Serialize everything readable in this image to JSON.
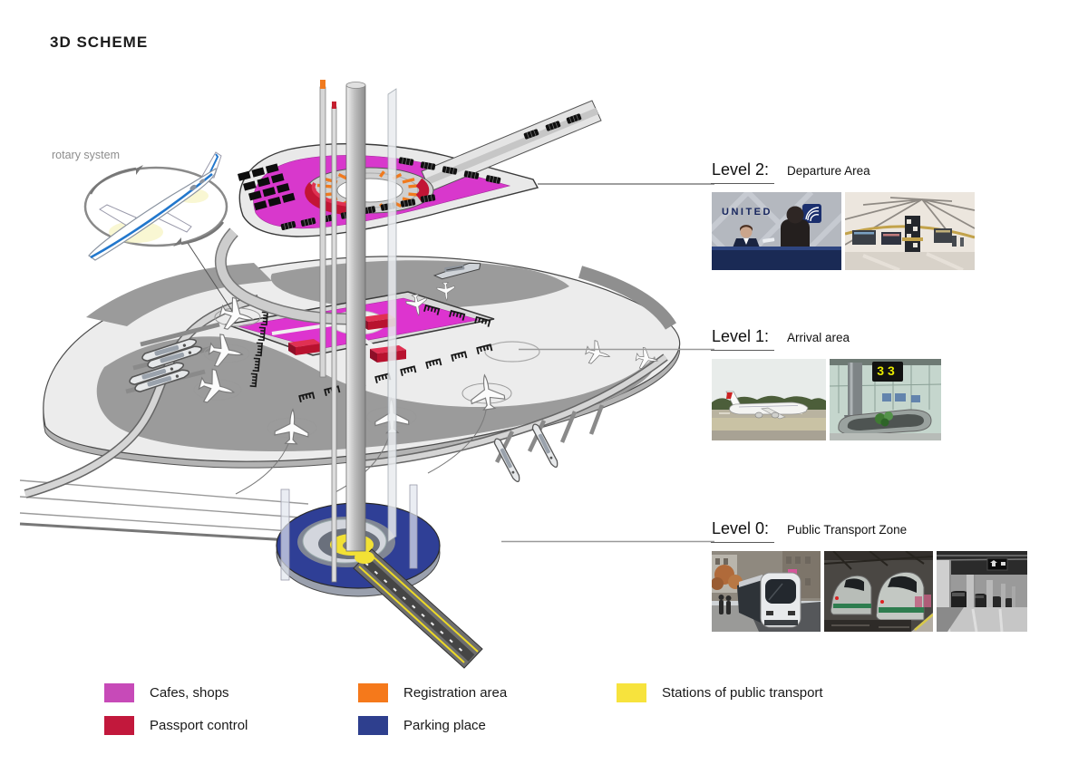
{
  "title": "3D SCHEME",
  "rotary_label": "rotary system",
  "levels": [
    {
      "name": "Level 2:",
      "description": "Departure Area",
      "photos": [
        {
          "alt": "United Airlines check-in desk"
        },
        {
          "alt": "Duty free shops area"
        }
      ]
    },
    {
      "name": "Level 1:",
      "description": "Arrival area",
      "photos": [
        {
          "alt": "Airplane on runway"
        },
        {
          "alt": "Baggage claim carousel"
        }
      ]
    },
    {
      "name": "Level 0:",
      "description": "Public Transport Zone",
      "photos": [
        {
          "alt": "Tram at city stop"
        },
        {
          "alt": "High-speed trains at platform"
        },
        {
          "alt": "Underground parking"
        }
      ]
    }
  ],
  "photo_text": {
    "united_brand": "UNITED",
    "carousel_number": "33"
  },
  "legend": [
    {
      "label": "Cafes, shops",
      "color": "#c74ab8"
    },
    {
      "label": "Passport control",
      "color": "#c2183c"
    },
    {
      "label": "Registration area",
      "color": "#f5791b"
    },
    {
      "label": "Parking place",
      "color": "#2e3f8e"
    },
    {
      "label": "Stations of public transport",
      "color": "#f7e33d"
    }
  ]
}
